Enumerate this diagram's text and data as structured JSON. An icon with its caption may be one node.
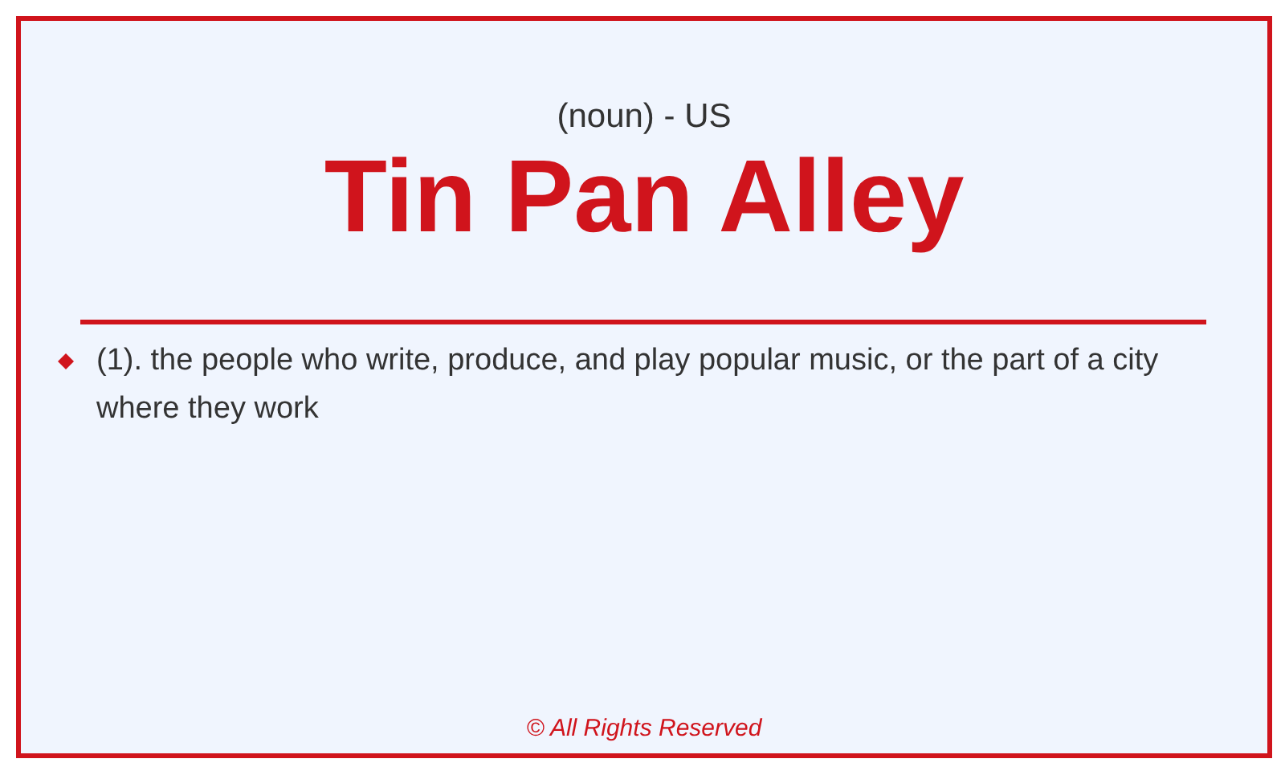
{
  "diagram": {
    "title": "Tin Pan Alley",
    "labels": [
      "(noun) - US",
      "(1). the people who write, produce, and play popular music, or the part of a city where they work",
      "© All Rights Reserved"
    ]
  }
}
